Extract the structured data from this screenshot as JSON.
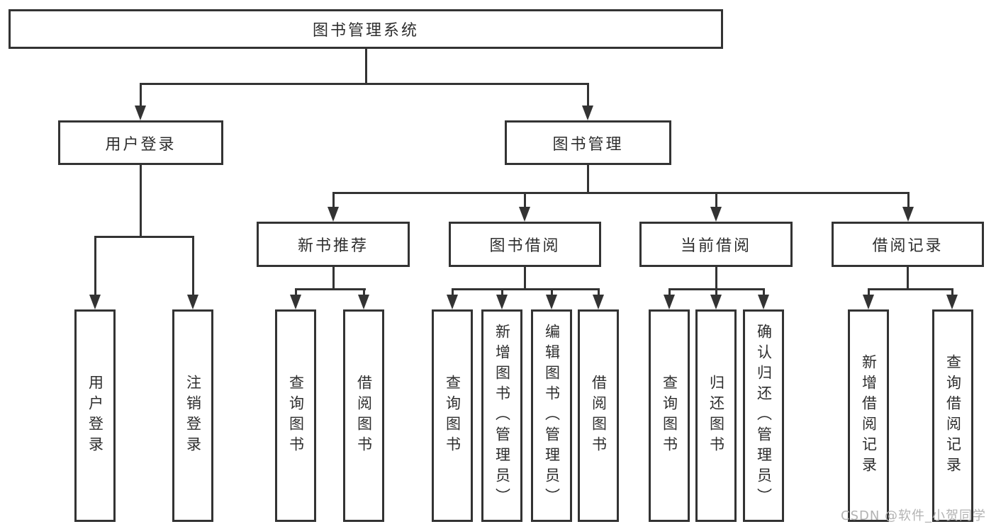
{
  "diagram": {
    "root": {
      "label": "图书管理系统"
    },
    "branches": [
      {
        "label": "用户登录"
      },
      {
        "label": "图书管理"
      }
    ],
    "categories": [
      {
        "label": "新书推荐"
      },
      {
        "label": "图书借阅"
      },
      {
        "label": "当前借阅"
      },
      {
        "label": "借阅记录"
      }
    ],
    "leaves": [
      {
        "label": "用户登录"
      },
      {
        "label": "注销登录"
      },
      {
        "label": "查询图书"
      },
      {
        "label": "借阅图书"
      },
      {
        "label": "查询图书"
      },
      {
        "label": "新增图书（管理员）"
      },
      {
        "label": "编辑图书（管理员）"
      },
      {
        "label": "借阅图书"
      },
      {
        "label": "查询图书"
      },
      {
        "label": "归还图书"
      },
      {
        "label": "确认归还（管理员）"
      },
      {
        "label": "新增借阅记录"
      },
      {
        "label": "查询借阅记录"
      }
    ]
  },
  "watermark": {
    "text": "CSDN @软件_小贺同学"
  },
  "colors": {
    "line": "#333333",
    "text": "#2e2e2e",
    "background": "#ffffff",
    "watermark": "#b3b3b3"
  }
}
